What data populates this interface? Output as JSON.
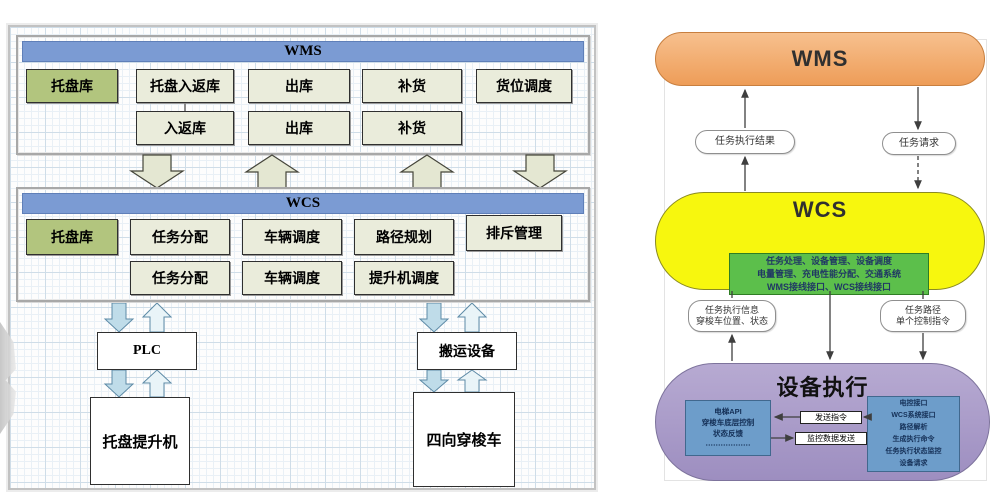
{
  "left": {
    "wms": {
      "title": "WMS",
      "row1": [
        "托盘库",
        "托盘入返库",
        "出库",
        "补货",
        "货位调度"
      ],
      "row2": [
        "入返库",
        "出库",
        "补货"
      ]
    },
    "wcs": {
      "title": "WCS",
      "row1": [
        "托盘库",
        "任务分配",
        "车辆调度",
        "路径规划",
        "排斥管理"
      ],
      "row2": [
        "任务分配",
        "车辆调度",
        "提升机调度"
      ]
    },
    "devices": {
      "plc": "PLC",
      "handling_equipment": "搬运设备",
      "pallet_lifter": "托盘提升机",
      "four_way_shuttle": "四向穿梭车"
    }
  },
  "right": {
    "wms_title": "WMS",
    "wcs_title": "WCS",
    "exec_title": "设备执行",
    "pills": {
      "task_result": "任务执行结果",
      "task_request": "任务请求",
      "exec_info_line1": "任务执行信息",
      "exec_info_line2": "穿梭车位置、状态",
      "task_path_line1": "任务路径",
      "task_path_line2": "单个控制指令"
    },
    "wcs_functions": [
      "任务处理、设备管理、设备调度",
      "电量管理、充电性能分配、交通系统",
      "WMS接线接口、WCS接线接口"
    ],
    "exec_left_box": [
      "电梯API",
      "穿梭车底层控制",
      "状态反馈",
      "⋯⋯⋯⋯⋯⋯"
    ],
    "exec_right_box": [
      "电控接口",
      "WCS系统接口",
      "路径解析",
      "生成执行命令",
      "任务执行状态监控",
      "设备请求"
    ],
    "exec_labels": {
      "send_command": "发送指令",
      "monitor_data": "监控数据发送"
    }
  },
  "colors": {
    "header_blue": "#7b9bd3",
    "box_beige": "#eaecdb",
    "box_green": "#b2c57e",
    "block_arrow": "#e4e7d2",
    "orange": "#ee9d58",
    "yellow": "#f7f70e",
    "func_green": "#5cbf4b",
    "purple": "#9d8ec0",
    "steel_blue": "#6d9dca"
  }
}
